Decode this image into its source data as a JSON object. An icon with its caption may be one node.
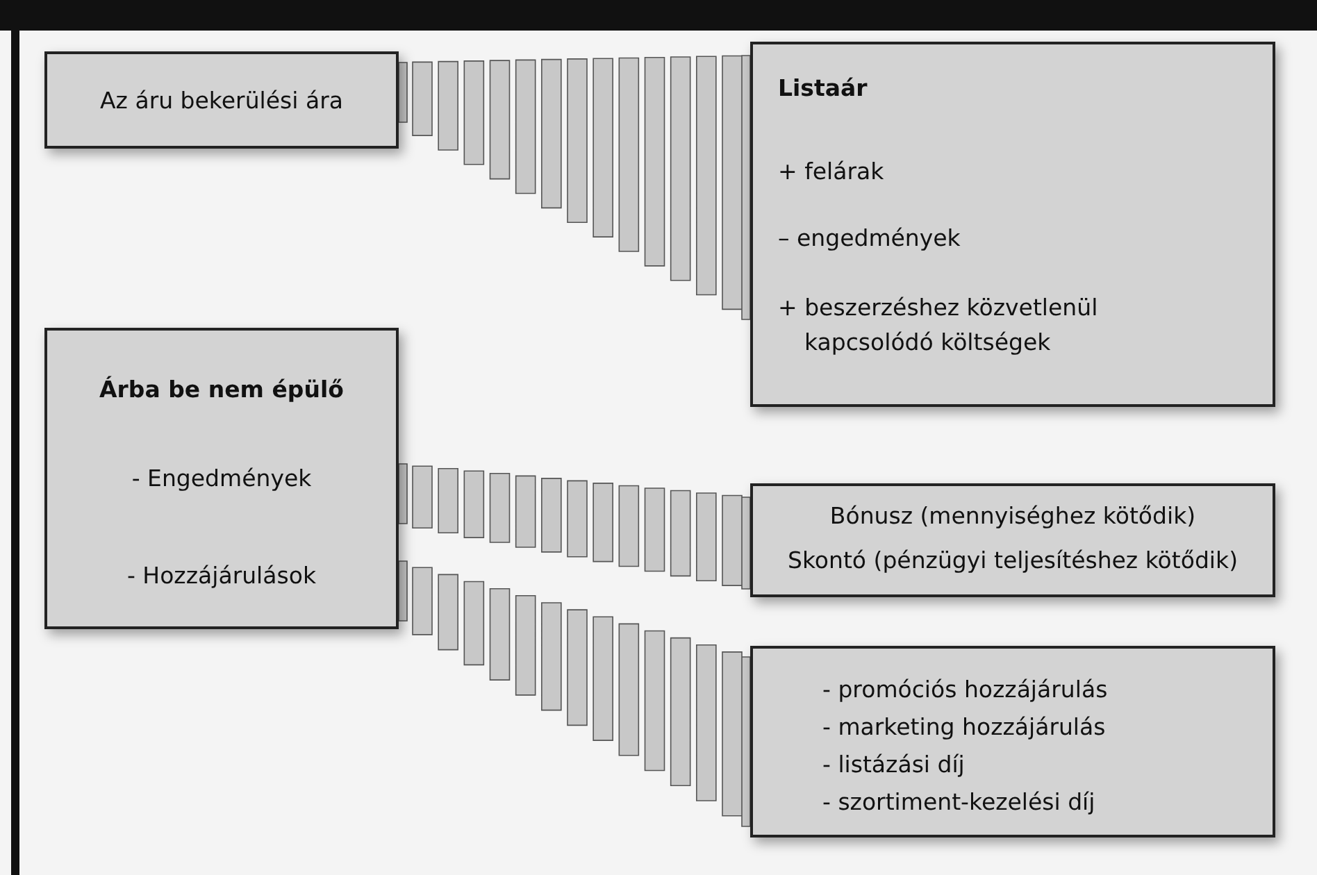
{
  "diagram": {
    "nodes": [
      {
        "text": [
          "Az áru bekerülési ára"
        ]
      },
      {
        "text": [
          "Listaár",
          "+ felárak",
          "– engedmények",
          "+ beszerzéshez közvetlenül kapcsolódó költségek"
        ]
      },
      {
        "text": [
          "Árba be nem épülő",
          "- Engedmények",
          "- Hozzájárulások"
        ]
      },
      {
        "text": [
          "Bónusz (mennyiséghez kötődik)",
          "Skontó (pénzügyi teljesítéshez kötődik)"
        ]
      },
      {
        "text": [
          "- promóciós hozzájárulás",
          "- marketing hozzájárulás",
          "- listázási díj",
          "- szortiment-kezelési díj"
        ]
      }
    ],
    "edges": [
      {
        "from": 0,
        "to": 1,
        "arrow": "none"
      },
      {
        "from": 2,
        "to": 3,
        "arrow": "none"
      },
      {
        "from": 2,
        "to": 4,
        "arrow": "none"
      }
    ]
  }
}
